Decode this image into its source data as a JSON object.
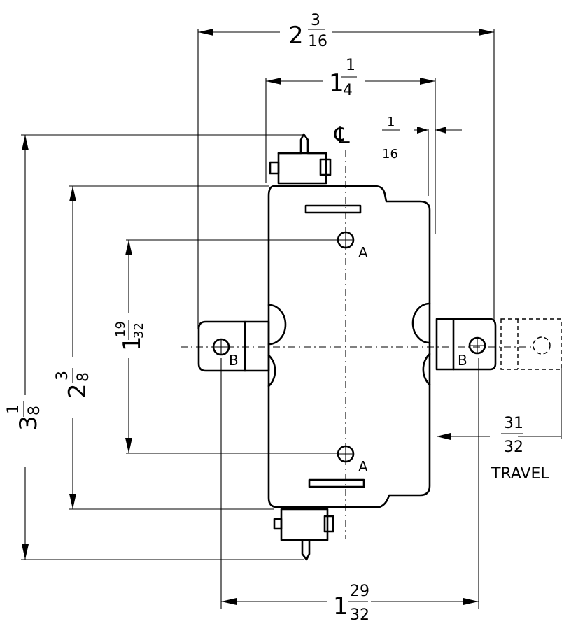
{
  "dimensions": {
    "overall_width": {
      "whole": "2",
      "num": "3",
      "den": "16"
    },
    "inner_width": {
      "whole": "1",
      "num": "1",
      "den": "4"
    },
    "offset": {
      "num": "1",
      "den": "16"
    },
    "overall_height": {
      "whole": "3",
      "num": "1",
      "den": "8"
    },
    "body_height": {
      "whole": "2",
      "num": "3",
      "den": "8"
    },
    "hole_spacing": {
      "whole": "1",
      "num": "19",
      "den": "32"
    },
    "travel": {
      "num": "31",
      "den": "32",
      "label": "TRAVEL"
    },
    "bottom_width": {
      "whole": "1",
      "num": "29",
      "den": "32"
    }
  },
  "labels": {
    "centerline": "℄",
    "hole_a": "A",
    "hole_b": "B"
  }
}
